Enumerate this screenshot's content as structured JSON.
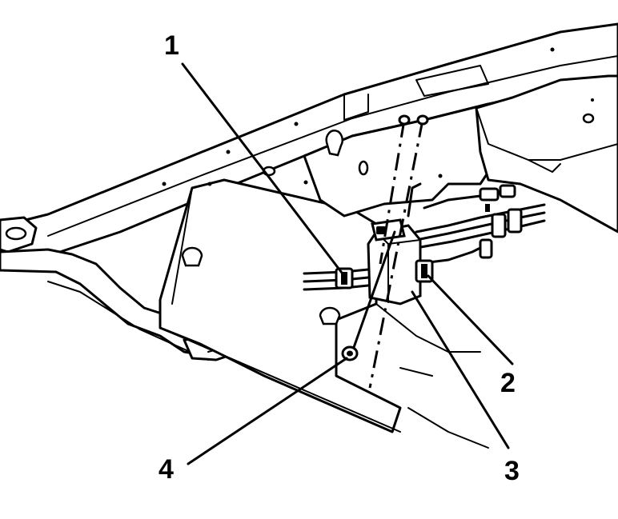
{
  "diagram": {
    "callouts": [
      {
        "id": "1",
        "label": "1"
      },
      {
        "id": "2",
        "label": "2"
      },
      {
        "id": "3",
        "label": "3"
      },
      {
        "id": "4",
        "label": "4"
      }
    ],
    "colors": {
      "ink": "#000000",
      "paper": "#ffffff"
    }
  }
}
